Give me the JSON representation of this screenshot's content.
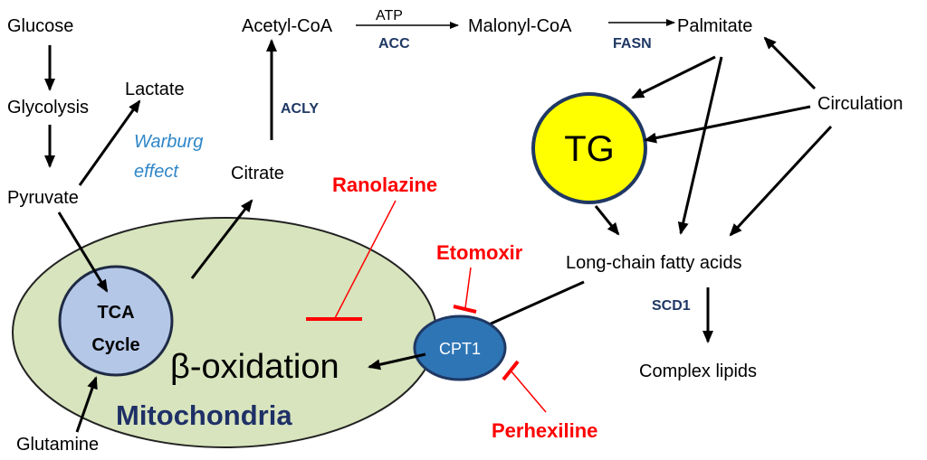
{
  "nodes": {
    "glucose": "Glucose",
    "glycolysis": "Glycolysis",
    "pyruvate": "Pyruvate",
    "lactate": "Lactate",
    "acetyl_coa": "Acetyl-CoA",
    "citrate": "Citrate",
    "malonyl_coa": "Malonyl-CoA",
    "palmitate": "Palmitate",
    "circulation": "Circulation",
    "tg": "TG",
    "lcfa": "Long-chain fatty acids",
    "complex_lipids": "Complex lipids",
    "glutamine": "Glutamine",
    "tca_line1": "TCA",
    "tca_line2": "Cycle",
    "beta_oxidation": "β-oxidation",
    "mitochondria": "Mitochondria",
    "cpt1": "CPT1"
  },
  "warburg": {
    "line1": "Warburg",
    "line2": "effect"
  },
  "enzymes": {
    "acly": "ACLY",
    "atp": "ATP",
    "acc": "ACC",
    "fasn": "FASN",
    "scd1": "SCD1"
  },
  "inhibitors": {
    "ranolazine": "Ranolazine",
    "etomoxir": "Etomoxir",
    "perhexiline": "Perhexiline"
  },
  "colors": {
    "inhibitor": "#ff0000",
    "enzyme": "#1f3864",
    "warburg": "#2e86c8",
    "mito-fill": "#d7e4bd",
    "tca-fill": "#b4c7e7",
    "tg-fill": "#ffff00",
    "cpt1-fill": "#2e75b6",
    "navy": "#1f3067"
  }
}
